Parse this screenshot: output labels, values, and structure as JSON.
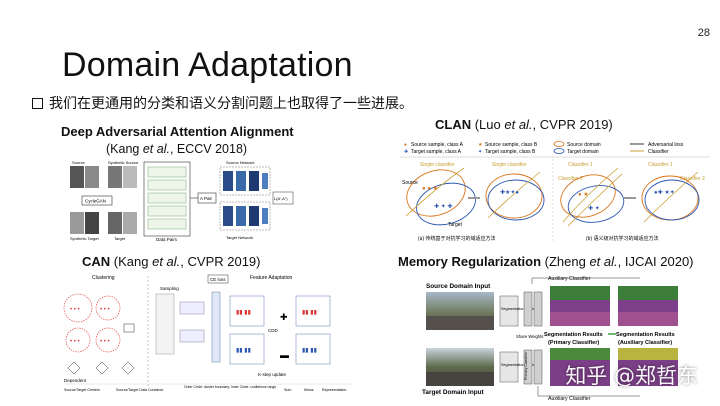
{
  "page_number": "28",
  "title": "Domain Adaptation",
  "bullet": "我们在更通用的分类和语义分割问题上也取得了一些进展。",
  "papers": {
    "daaa": {
      "title": "Deep Adversarial Attention Alignment",
      "authors_prefix": "(Kang ",
      "etal": "et al.",
      "venue": ", ECCV 2018)"
    },
    "clan": {
      "name": "CLAN",
      "authors_prefix": " (Luo ",
      "etal": "et al.",
      "venue": ", CVPR 2019)"
    },
    "can": {
      "name": "CAN",
      "authors_prefix": " (Kang ",
      "etal": "et al.",
      "venue": ", CVPR 2019)"
    },
    "memreg": {
      "name": "Memory Regularization",
      "authors_prefix": " (Zheng ",
      "etal": "et al.",
      "venue": ", IJCAI 2020)"
    }
  },
  "daaa_fig": {
    "source": "Source",
    "synthetic_source": "Synthetic Source",
    "cyclegan": "CycleGAN",
    "synthetic_target": "Synthetic Target",
    "target": "Target",
    "data_pairs": "Data Pairs",
    "a_pair": "A Pair",
    "source_network": "Source Network",
    "target_network": "Target Network",
    "loss": "L(A',A'')"
  },
  "clan_fig": {
    "legend_src_a": "Source sample, class A",
    "legend_tgt_a": "Target sample, class A",
    "legend_src_b": "Source sample, class B",
    "legend_tgt_b": "Target sample, class B",
    "legend_src_dom": "Source domain",
    "legend_tgt_dom": "Target domain",
    "legend_adv": "Adversarial loss",
    "legend_cls": "Classifier",
    "single_classifier": "Single classifier",
    "classifier_1": "Classifier 1",
    "classifier_2": "Classifier 2",
    "source": "Source",
    "target": "Target",
    "caption_a": "(a) 传统基于对抗学习的域适应方法",
    "caption_b": "(b) 语义级对抗学习的域适应方法"
  },
  "can_fig": {
    "clustering": "Clustering",
    "feature_adaptation": "Feature Adaptation",
    "ce_loss": "CE loss",
    "sampling": "Sampling",
    "cdd": "CDD",
    "k_step": "K-step update",
    "dependent": "Dependent",
    "legend_centers": "Source/Target Centers",
    "legend_data": "Source/Target Data Container",
    "legend_circles": "Outer Circle: cluster boundary; Inner Circle: confidence range",
    "sum": "Sum",
    "minus": "Minus",
    "representation": "Representation"
  },
  "memreg_fig": {
    "auxiliary_classifier": "Auxiliary Classifier",
    "source_domain_input": "Source Domain Input",
    "target_domain_input": "Target Domain Input",
    "segmentation_model": "Segmentation Model",
    "share_weights": "Share Weights",
    "primary_classifier": "Primary Classifier",
    "seg_results_primary_1": "Segmentation Results",
    "seg_results_primary_2": "(Primary Classifier)",
    "seg_results_aux_1": "Segmentation Results",
    "seg_results_aux_2": "(Auxiliary Classifier)"
  },
  "watermark": "知乎 @郑哲东"
}
